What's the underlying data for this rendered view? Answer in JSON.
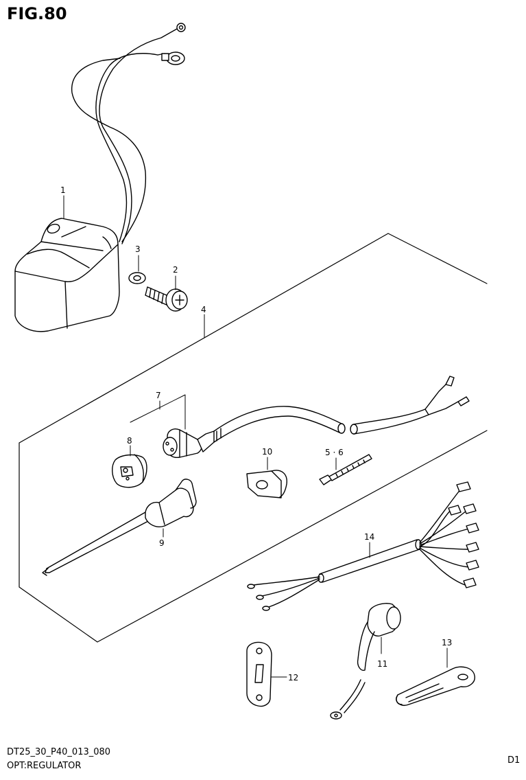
{
  "figure_label": "FIG.80",
  "footer": {
    "part_code": "DT25_30_P40_013_080",
    "caption": "OPT:REGULATOR",
    "page_code": "D1"
  },
  "callouts": {
    "c1": "1",
    "c2": "2",
    "c3": "3",
    "c4": "4",
    "c5_6": "5 · 6",
    "c7": "7",
    "c8": "8",
    "c9": "9",
    "c10": "10",
    "c11": "11",
    "c12": "12",
    "c13": "13",
    "c14": "14"
  }
}
